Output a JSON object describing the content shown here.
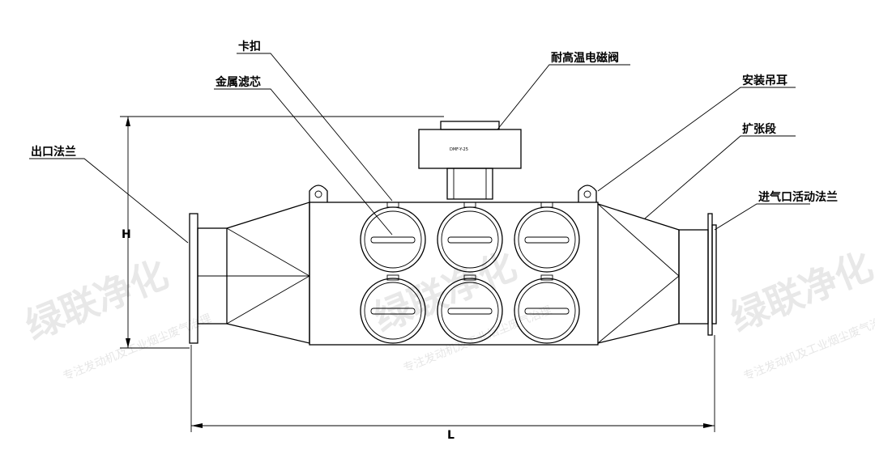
{
  "labels": {
    "outlet_flange": "出口法兰",
    "metal_filter": "金属滤芯",
    "clamp": "卡扣",
    "solenoid_valve": "耐高温电磁阀",
    "lifting_lug": "安装吊耳",
    "expansion_section": "扩张段",
    "inlet_flange": "进气口活动法兰"
  },
  "dimensions": {
    "height": "H",
    "length": "L"
  },
  "valve_plate_text": "DMF-Y-25",
  "watermarks": {
    "brand": "绿联净化",
    "slogan": "专注发动机及工业烟尘废气治理"
  }
}
